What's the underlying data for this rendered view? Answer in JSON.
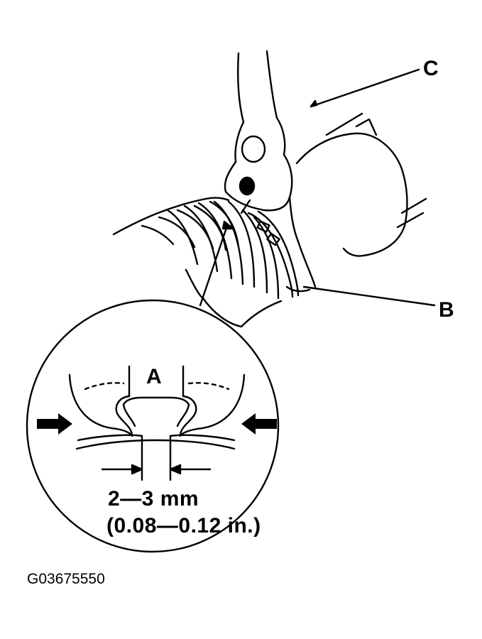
{
  "labels": {
    "a": "A",
    "b": "B",
    "c": "C"
  },
  "dimension": {
    "mm": "2—3 mm",
    "inches": "(0.08—0.12 in.)"
  },
  "figure_code": "G03675550",
  "colors": {
    "ink": "#000000",
    "paper": "#ffffff"
  }
}
